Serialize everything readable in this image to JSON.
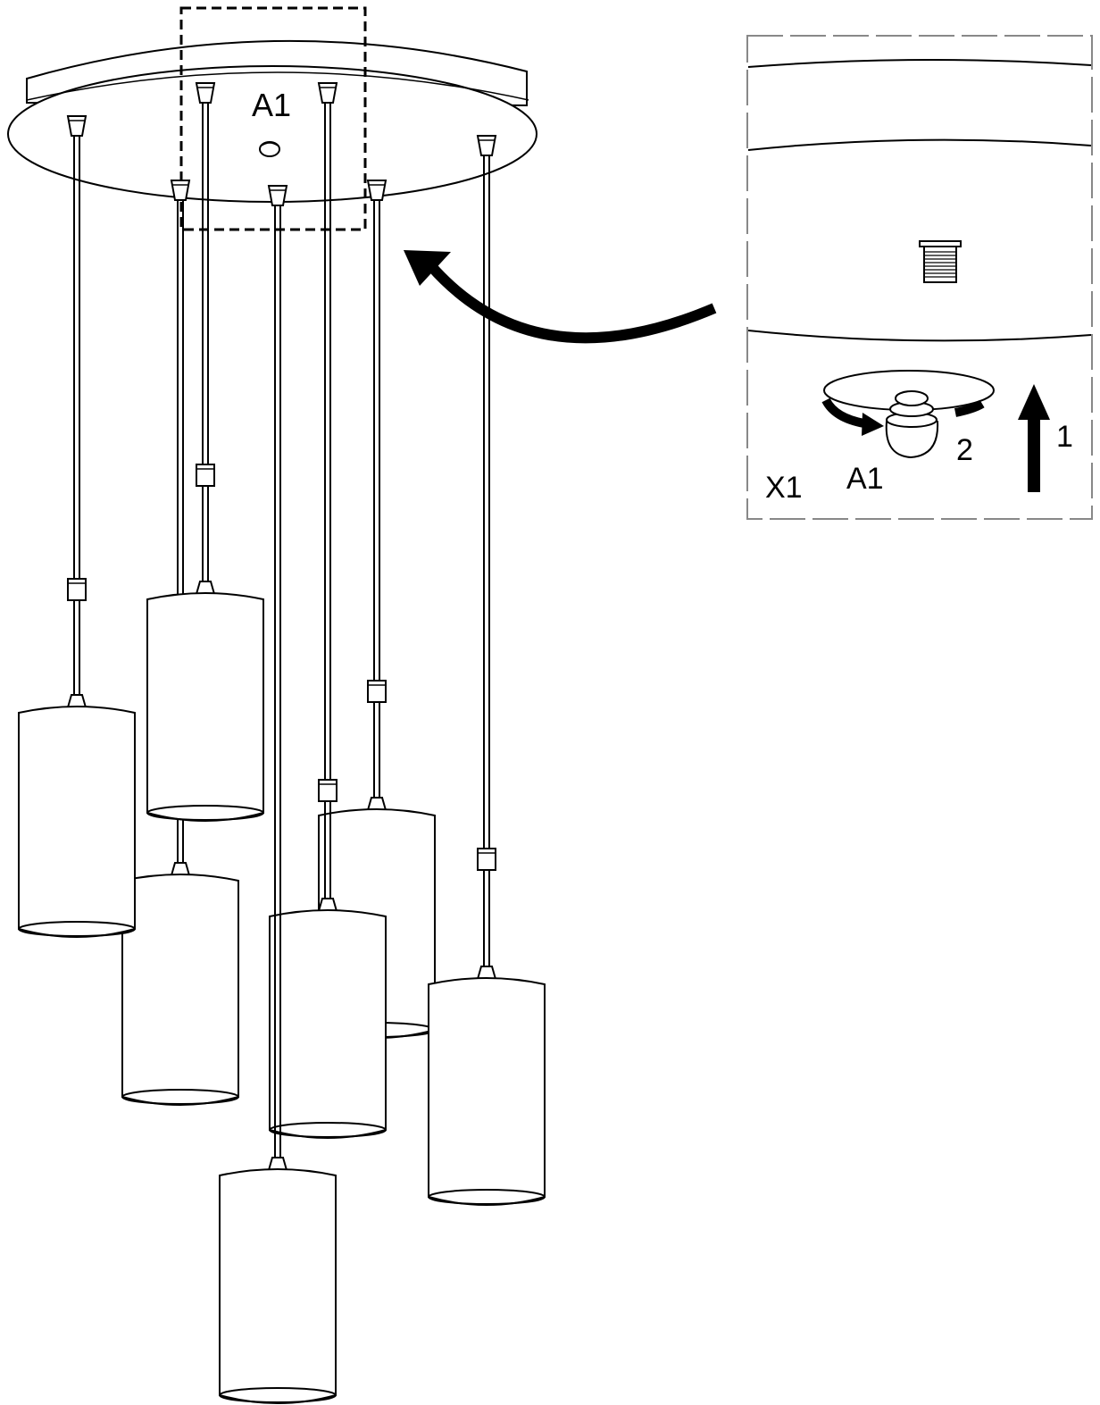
{
  "main_view": {
    "callout_label": "A1"
  },
  "detail_view": {
    "view_label": "X1",
    "part_label": "A1",
    "step_1_label": "1",
    "step_2_label": "2"
  },
  "colors": {
    "line": "#000000",
    "background": "#ffffff"
  },
  "icons": {
    "curved_arrow": "curved-arrow-icon",
    "rotate_arrow": "rotate-arrow-icon",
    "up_arrow": "up-arrow-icon"
  }
}
